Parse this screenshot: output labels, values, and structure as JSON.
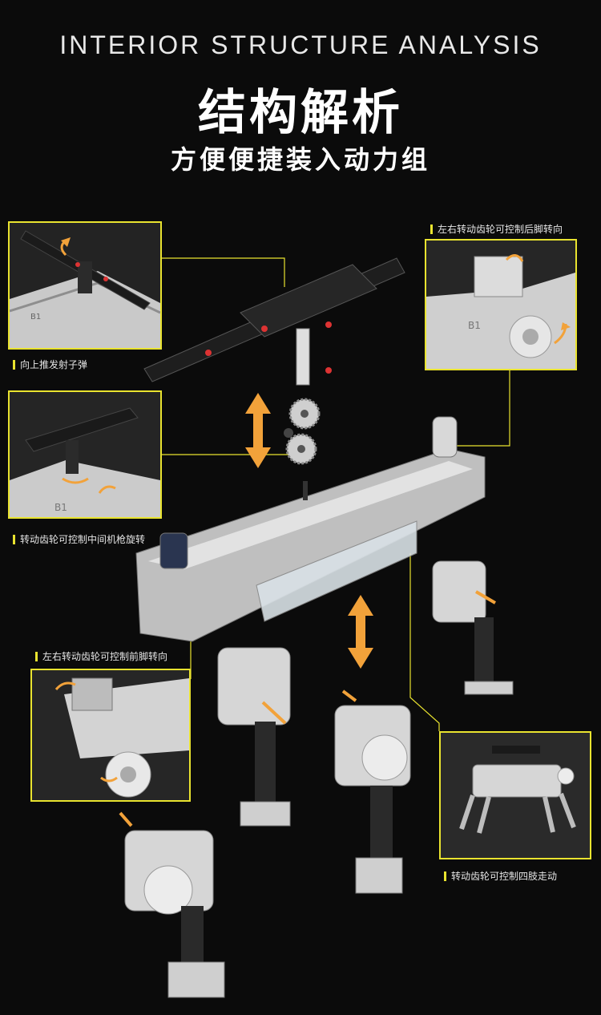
{
  "header": {
    "title_en": "INTERIOR STRUCTURE ANALYSIS",
    "title_cn": "结构解析",
    "subtitle": "方便便捷装入动力组"
  },
  "captions": {
    "push_fire": "向上推发射子弹",
    "rear_steer": "左右转动齿轮可控制后脚转向",
    "gun_rotate": "转动齿轮可控制中间机枪旋转",
    "front_steer": "左右转动齿轮可控制前脚转向",
    "walk": "转动齿轮可控制四肢走动"
  },
  "colors": {
    "accent": "#e9e32f",
    "arrow": "#f2a23a",
    "background": "#0b0b0b"
  }
}
